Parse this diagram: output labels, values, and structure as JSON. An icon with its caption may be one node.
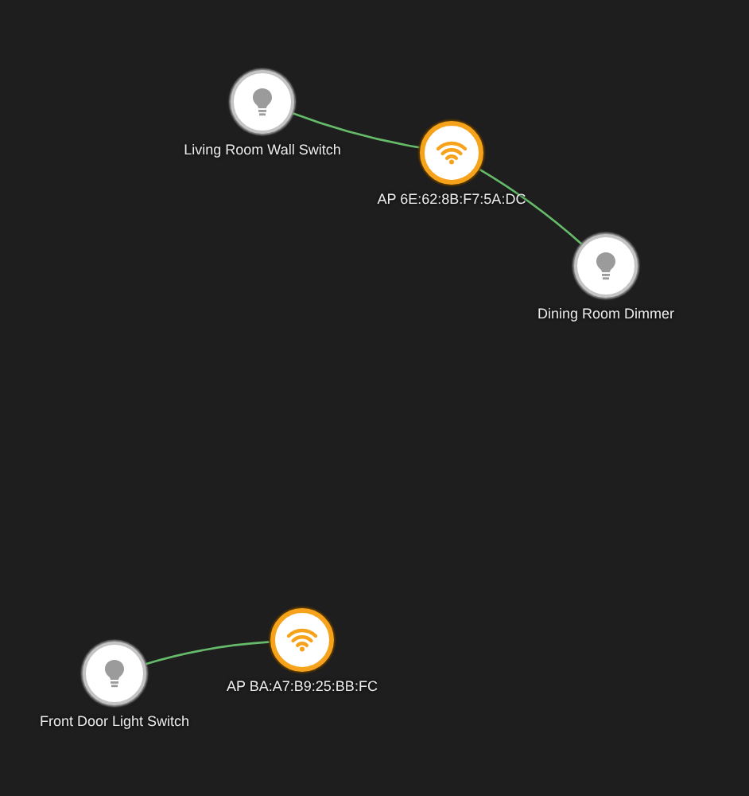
{
  "diagram": {
    "nodes": [
      {
        "text": [
          "Living Room Wall Switch"
        ]
      },
      {
        "text": [
          "AP 6E:62:8B:F7:5A:DC"
        ]
      },
      {
        "text": [
          "Dining Room Dimmer"
        ]
      },
      {
        "text": [
          "AP BA:A7:B9:25:BB:FC"
        ]
      },
      {
        "text": [
          "Front Door Light Switch"
        ]
      }
    ],
    "edges": [
      {
        "from": 0,
        "to": 1,
        "arrow": "none"
      },
      {
        "from": 1,
        "to": 2,
        "arrow": "none"
      },
      {
        "from": 4,
        "to": 3,
        "arrow": "none"
      }
    ]
  }
}
